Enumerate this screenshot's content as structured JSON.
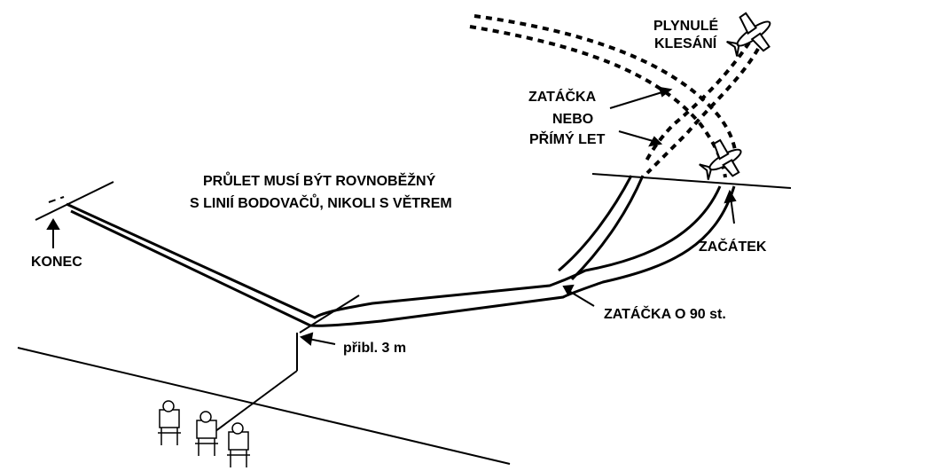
{
  "labels": {
    "descent_line1": "PLYNULÉ",
    "descent_line2": "KLESÁNÍ",
    "turn_line1": "ZATÁČKA",
    "turn_line2": "NEBO",
    "turn_line3": "PŘÍMÝ LET",
    "parallel_line1": "PRŮLET MUSÍ BÝT ROVNOBĚŽNÝ",
    "parallel_line2": "S LINIÍ BODOVAČŮ, NIKOLI S VĚTREM",
    "start": "ZAČÁTEK",
    "end": "KONEC",
    "turn90": "ZATÁČKA O 90 st.",
    "distance": "přibl. 3 m"
  },
  "icons": [
    "airplane-icon",
    "judge-icon",
    "arrow-icon"
  ]
}
